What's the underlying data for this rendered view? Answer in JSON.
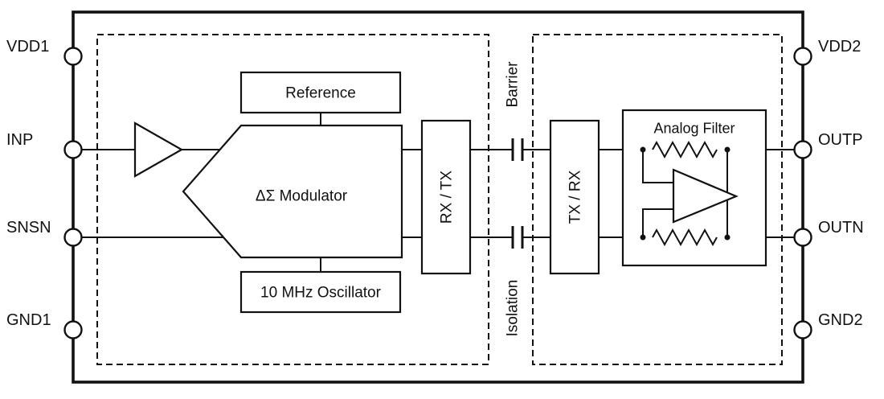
{
  "colors": {
    "line": "#111111",
    "background": "#ffffff"
  },
  "pins": {
    "left": [
      {
        "label": "VDD1"
      },
      {
        "label": "INP"
      },
      {
        "label": "SNSN"
      },
      {
        "label": "GND1"
      }
    ],
    "right": [
      {
        "label": "VDD2"
      },
      {
        "label": "OUTP"
      },
      {
        "label": "OUTN"
      },
      {
        "label": "GND2"
      }
    ]
  },
  "blocks": {
    "reference": {
      "label": "Reference"
    },
    "modulator": {
      "label": "ΔΣ Modulator"
    },
    "oscillator": {
      "label": "10 MHz Oscillator"
    },
    "rx_tx": {
      "label": "RX / TX"
    },
    "tx_rx": {
      "label": "TX / RX"
    },
    "analog_filter": {
      "label": "Analog Filter"
    }
  },
  "barrier": {
    "top_label": "Barrier",
    "bottom_label": "Isolation"
  }
}
